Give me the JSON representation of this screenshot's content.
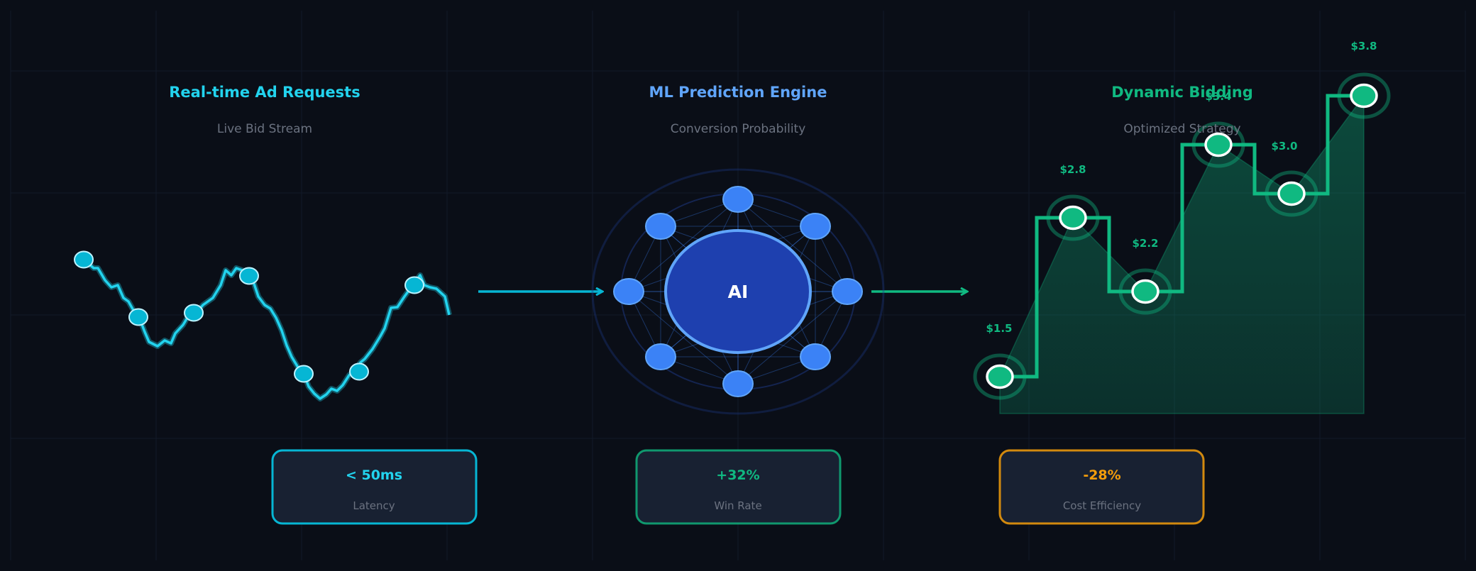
{
  "colors": {
    "background": "#0a0e17",
    "cyan": "#22d3ee",
    "blue": "#60a5fa",
    "green": "#10b981",
    "orange": "#f59e0b",
    "muted": "#6b7280",
    "core": "#1e40af"
  },
  "panels": {
    "requests": {
      "title": "Real-time Ad Requests",
      "subtitle": "Live Bid Stream"
    },
    "engine": {
      "title": "ML Prediction Engine",
      "subtitle": "Conversion Probability",
      "core_label": "AI"
    },
    "bidding": {
      "title": "Dynamic Bidding",
      "subtitle": "Optimized Strategy",
      "prices": [
        "$1.5",
        "$2.8",
        "$2.2",
        "$3.4",
        "$3.0",
        "$3.8"
      ]
    }
  },
  "stats": [
    {
      "value": "< 50ms",
      "label": "Latency",
      "color": "#22d3ee"
    },
    {
      "value": "+32%",
      "label": "Win Rate",
      "color": "#10b981"
    },
    {
      "value": "-28%",
      "label": "Cost Efficiency",
      "color": "#f59e0b"
    }
  ]
}
